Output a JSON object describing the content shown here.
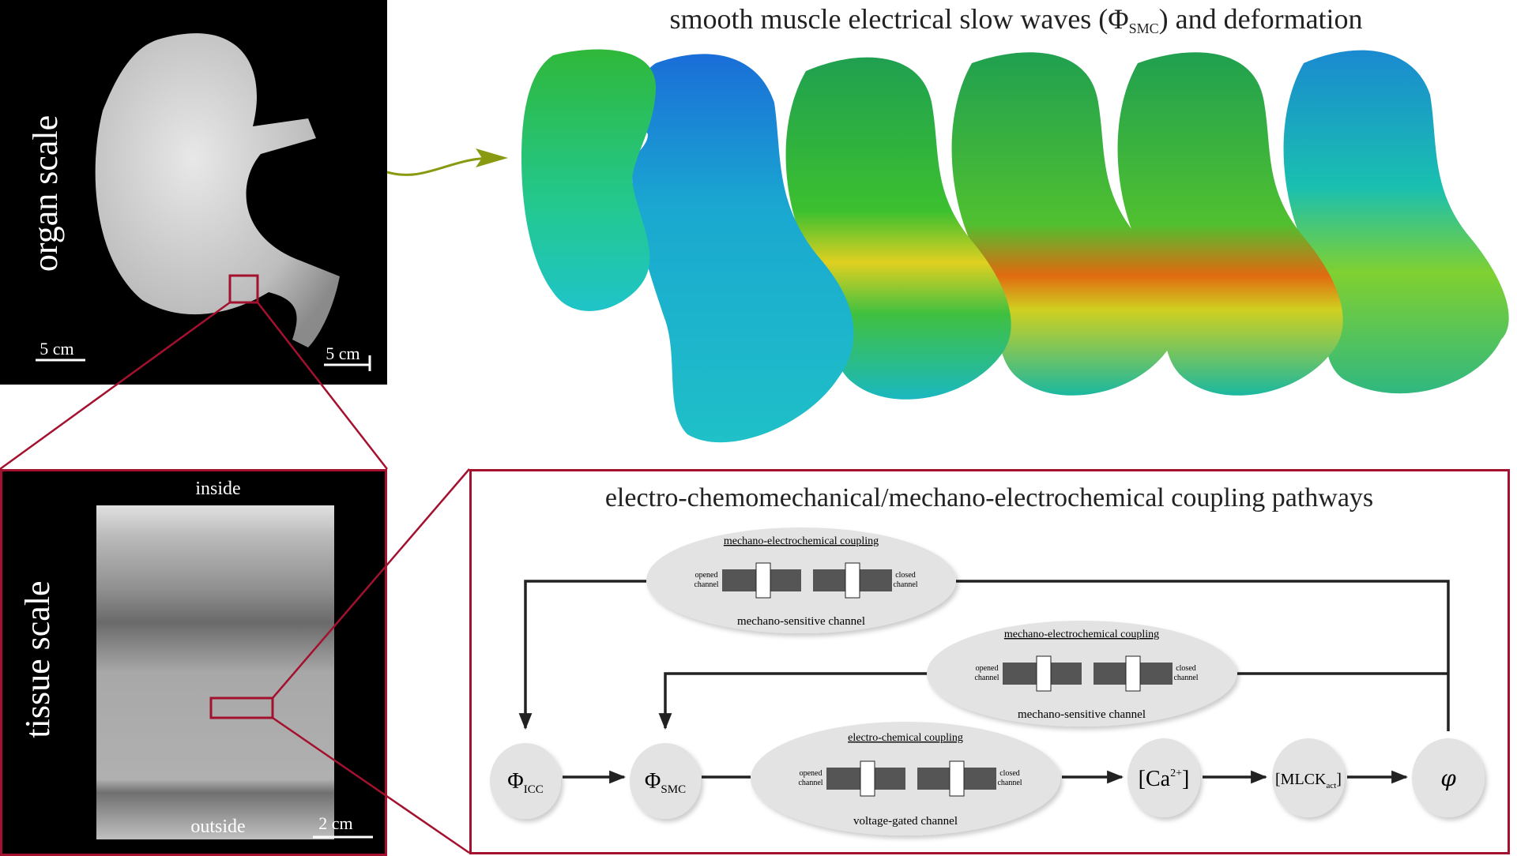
{
  "main_title": "smooth muscle electrical slow waves (Φ",
  "main_title_sub": "SMC",
  "main_title_end": ") and deformation",
  "organ_panel": {
    "label": "organ scale",
    "scale_left": "5 cm",
    "scale_right": "5 cm"
  },
  "tissue_panel": {
    "label": "tissue scale",
    "inside": "inside",
    "outside": "outside",
    "scale": "2 cm"
  },
  "coupling": {
    "title": "electro-chemomechanical/mechano-electrochemical coupling pathways",
    "ellipses": [
      {
        "heading": "mechano-electrochemical coupling",
        "caption": "mechano-sensitive channel",
        "left": [
          "opened",
          "channel"
        ],
        "right": [
          "closed",
          "channel"
        ]
      },
      {
        "heading": "mechano-electrochemical coupling",
        "caption": "mechano-sensitive channel",
        "left": [
          "opened",
          "channel"
        ],
        "right": [
          "closed",
          "channel"
        ]
      },
      {
        "heading": "electro-chemical coupling",
        "caption": "voltage-gated channel",
        "left": [
          "opened",
          "channel"
        ],
        "right": [
          "closed",
          "channel"
        ]
      }
    ],
    "nodes": {
      "phi_icc": {
        "main": "Φ",
        "sub": "ICC"
      },
      "phi_smc": {
        "main": "Φ",
        "sub": "SMC"
      },
      "ca": {
        "main": "[Ca",
        "sup": "2+",
        "end": "]"
      },
      "mlck": {
        "main": "[MLCK",
        "sub": "act",
        "end": "]"
      },
      "phi": {
        "main": "φ"
      }
    }
  },
  "colors": {
    "accent_red": "#a3112e",
    "arrow_green": "#8a9a10",
    "node_fill": "#e3e3e3"
  }
}
